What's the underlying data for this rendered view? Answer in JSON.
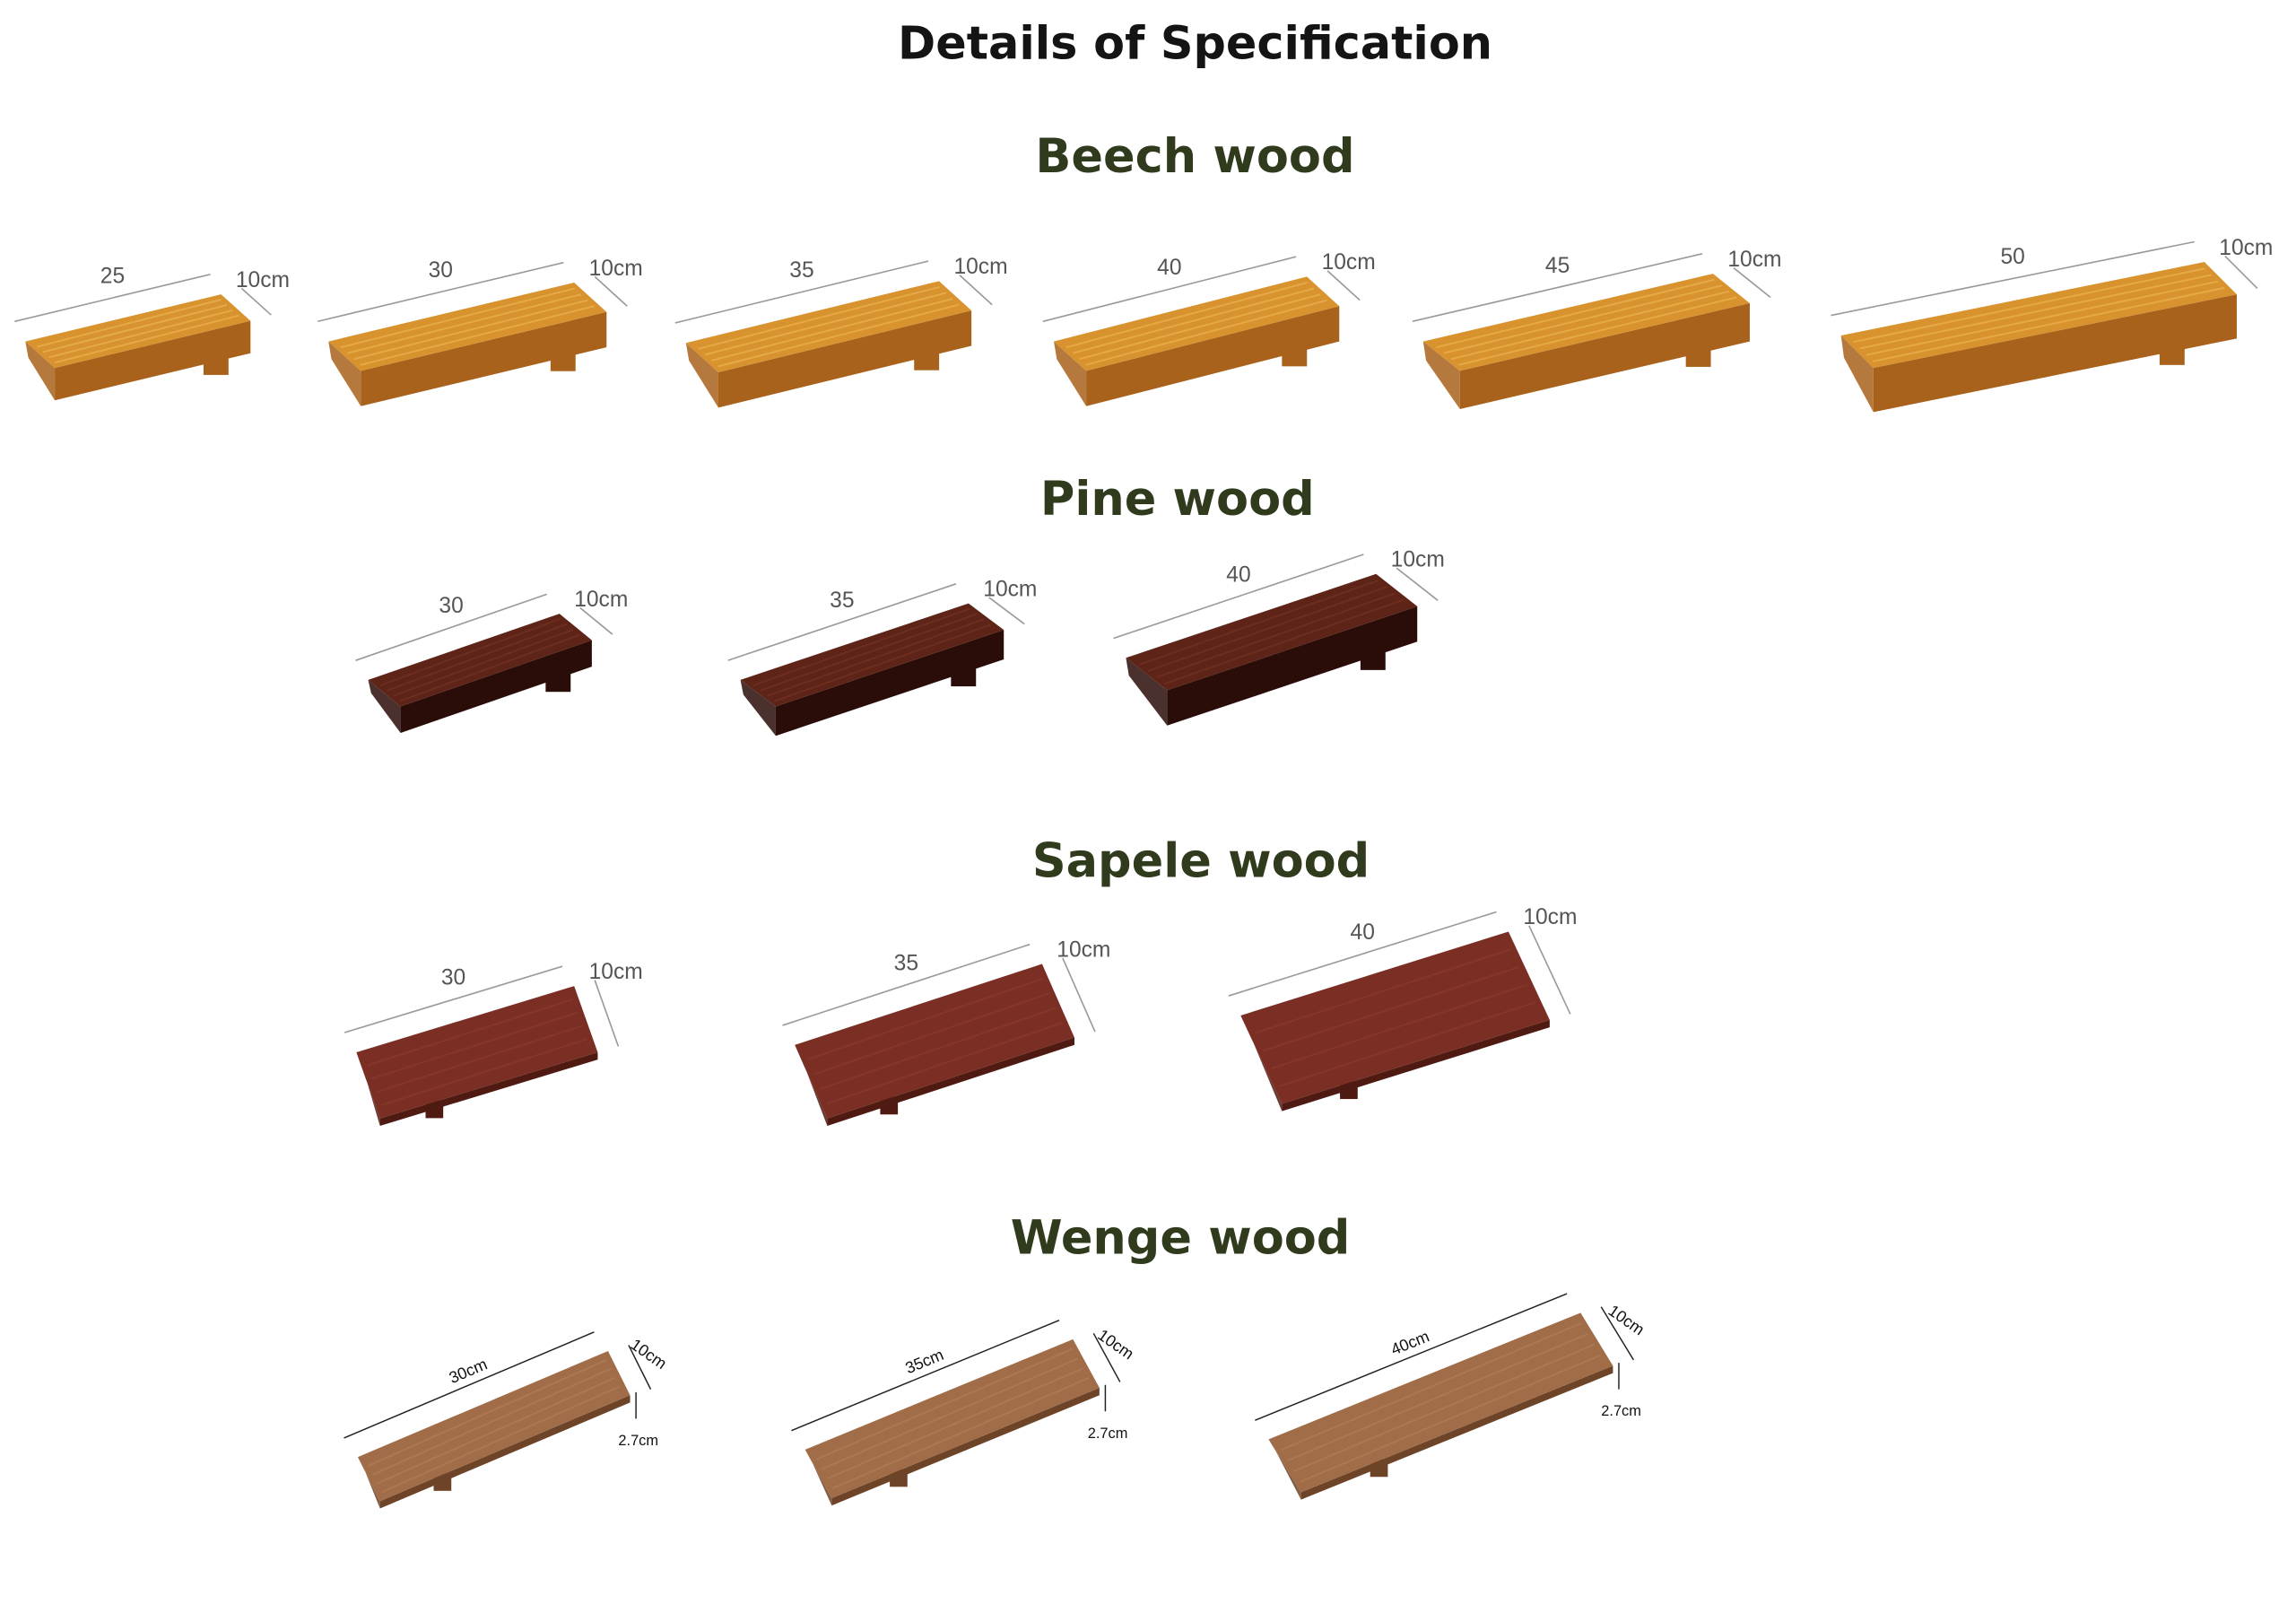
{
  "title": "Details of Specification",
  "sections": [
    {
      "name": "Beech wood",
      "color": "#d8932e",
      "shade": "#a8621c",
      "grain": "#f0b85a",
      "items": [
        {
          "length": "25",
          "depth": "10cm"
        },
        {
          "length": "30",
          "depth": "10cm"
        },
        {
          "length": "35",
          "depth": "10cm"
        },
        {
          "length": "40",
          "depth": "10cm"
        },
        {
          "length": "45",
          "depth": "10cm"
        },
        {
          "length": "50",
          "depth": "10cm"
        }
      ]
    },
    {
      "name": "Pine wood",
      "color": "#5e2418",
      "shade": "#2a0d08",
      "grain": "#7a3525",
      "items": [
        {
          "length": "30",
          "depth": "10cm"
        },
        {
          "length": "35",
          "depth": "10cm"
        },
        {
          "length": "40",
          "depth": "10cm"
        }
      ]
    },
    {
      "name": "Sapele wood",
      "color": "#7b2f24",
      "shade": "#4e1a12",
      "grain": "#8c3b2e",
      "items": [
        {
          "length": "30",
          "depth": "10cm"
        },
        {
          "length": "35",
          "depth": "10cm"
        },
        {
          "length": "40",
          "depth": "10cm"
        }
      ]
    },
    {
      "name": "Wenge wood",
      "color": "#a06d48",
      "shade": "#6e4428",
      "grain": "#b47f58",
      "items": [
        {
          "length": "30cm",
          "depth": "10cm",
          "thickness": "2.7cm"
        },
        {
          "length": "35cm",
          "depth": "10cm",
          "thickness": "2.7cm"
        },
        {
          "length": "40cm",
          "depth": "10cm",
          "thickness": "2.7cm"
        }
      ]
    }
  ]
}
